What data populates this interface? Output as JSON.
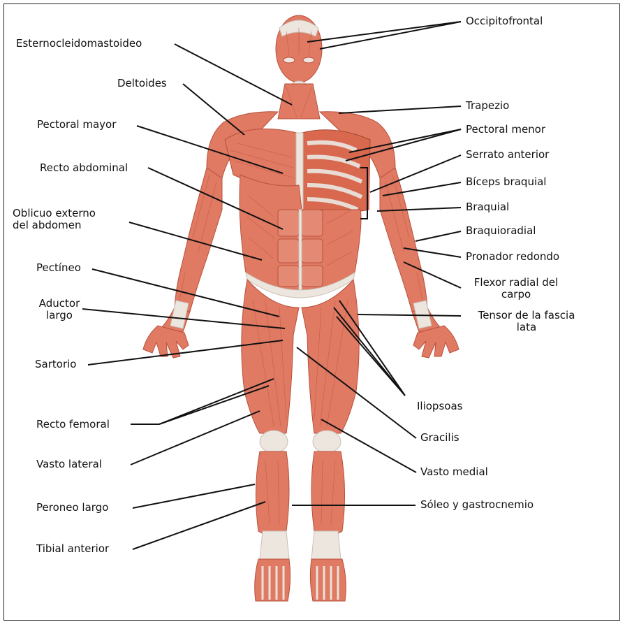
{
  "labels": {
    "esternocleidomastoideo": "Esternocleidomastoideo",
    "deltoides": "Deltoides",
    "pectoral_mayor": "Pectoral mayor",
    "recto_abdominal": "Recto abdominal",
    "oblicuo_externo": "Oblicuo externo\ndel abdomen",
    "pectineo": "Pectíneo",
    "aductor_largo": "Aductor\nlargo",
    "sartorio": "Sartorio",
    "recto_femoral": "Recto femoral",
    "vasto_lateral": "Vasto lateral",
    "peroneo_largo": "Peroneo largo",
    "tibial_anterior": "Tibial anterior",
    "occipitofrontal": "Occipitofrontal",
    "trapezio": "Trapezio",
    "pectoral_menor": "Pectoral menor",
    "serrato_anterior": "Serrato anterior",
    "biceps_braquial": "Bíceps braquial",
    "braquial": "Braquial",
    "braquioradial": "Braquioradial",
    "pronador_redondo": "Pronador redondo",
    "flexor_radial": "Flexor radial del\ncarpo",
    "tensor_fascia": "Tensor de la fascia\nlata",
    "iliopsoas": "Iliopsoas",
    "gracilis": "Gracilis",
    "vasto_medial": "Vasto medial",
    "soleo": "Sóleo y gastrocnemio"
  },
  "colors": {
    "muscle": "#e07a63",
    "tendon": "#ece6df",
    "leader": "#111111"
  }
}
